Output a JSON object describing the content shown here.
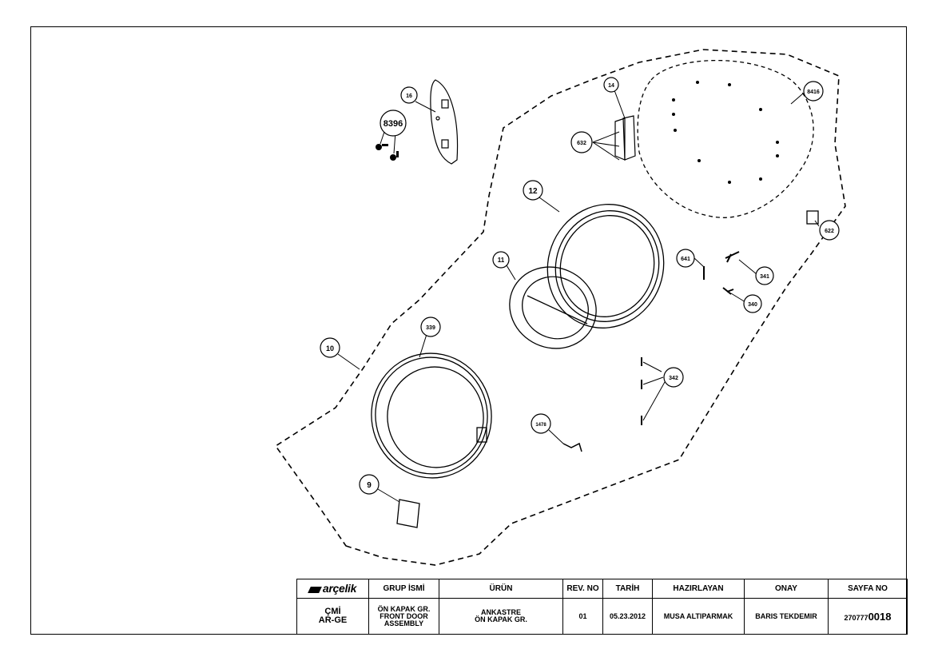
{
  "callouts": {
    "c16": "16",
    "c8396": "8396",
    "c14": "14",
    "c632": "632",
    "c8416": "8416",
    "c12": "12",
    "c622": "622",
    "c641": "641",
    "c341": "341",
    "c340": "340",
    "c11": "11",
    "c339": "339",
    "c10": "10",
    "c342": "342",
    "c1478": "1478",
    "c9": "9"
  },
  "title_block": {
    "brand": "arçelik",
    "headers": {
      "group": "GRUP İSMİ",
      "product": "ÜRÜN",
      "rev": "REV. NO",
      "date": "TARİH",
      "prepared": "HAZIRLAYAN",
      "approval": "ONAY",
      "page": "SAYFA NO"
    },
    "dept_line1": "ÇMİ",
    "dept_line2": "AR-GE",
    "group_line1": "ÖN KAPAK GR.",
    "group_line2": "FRONT DOOR",
    "group_line3": "ASSEMBLY",
    "product_line1": "ANKASTRE",
    "product_line2": "ÖN KAPAK GR.",
    "rev": "01",
    "date": "05.23.2012",
    "prepared": "MUSA ALTIPARMAK",
    "approval": "BARIS TEKDEMIR",
    "page_prefix": "270777",
    "page_suffix": "0018"
  }
}
